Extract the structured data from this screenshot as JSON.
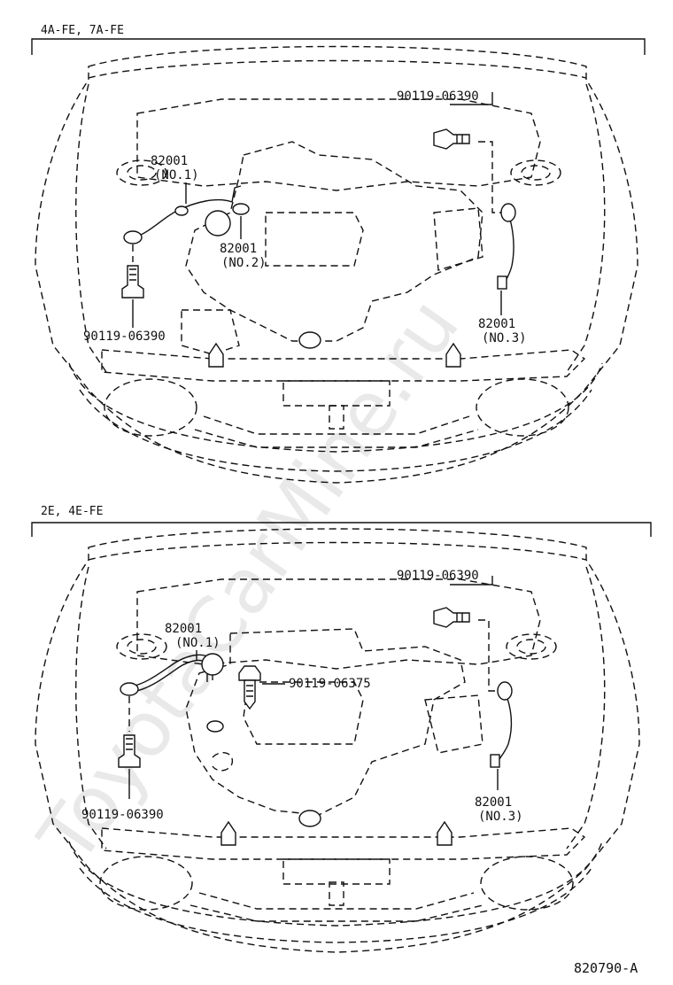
{
  "diagram": {
    "section1": {
      "header": "4A-FE, 7A-FE",
      "labels": {
        "bolt_top": "90119-06390",
        "cable1_part": "82001",
        "cable1_no": "(NO.1)",
        "cable2_part": "82001",
        "cable2_no": "(NO.2)",
        "bolt_left": "90119-06390",
        "cable3_part": "82001",
        "cable3_no": "(NO.3)"
      }
    },
    "section2": {
      "header": "2E, 4E-FE",
      "labels": {
        "bolt_top": "90119-06390",
        "cable1_part": "82001",
        "cable1_no": "(NO.1)",
        "bolt_mid": "90119-06375",
        "bolt_left": "90119-06390",
        "cable3_part": "82001",
        "cable3_no": "(NO.3)"
      }
    },
    "reference": "820790-A",
    "watermark": "ToyotaCarMine.ru"
  }
}
